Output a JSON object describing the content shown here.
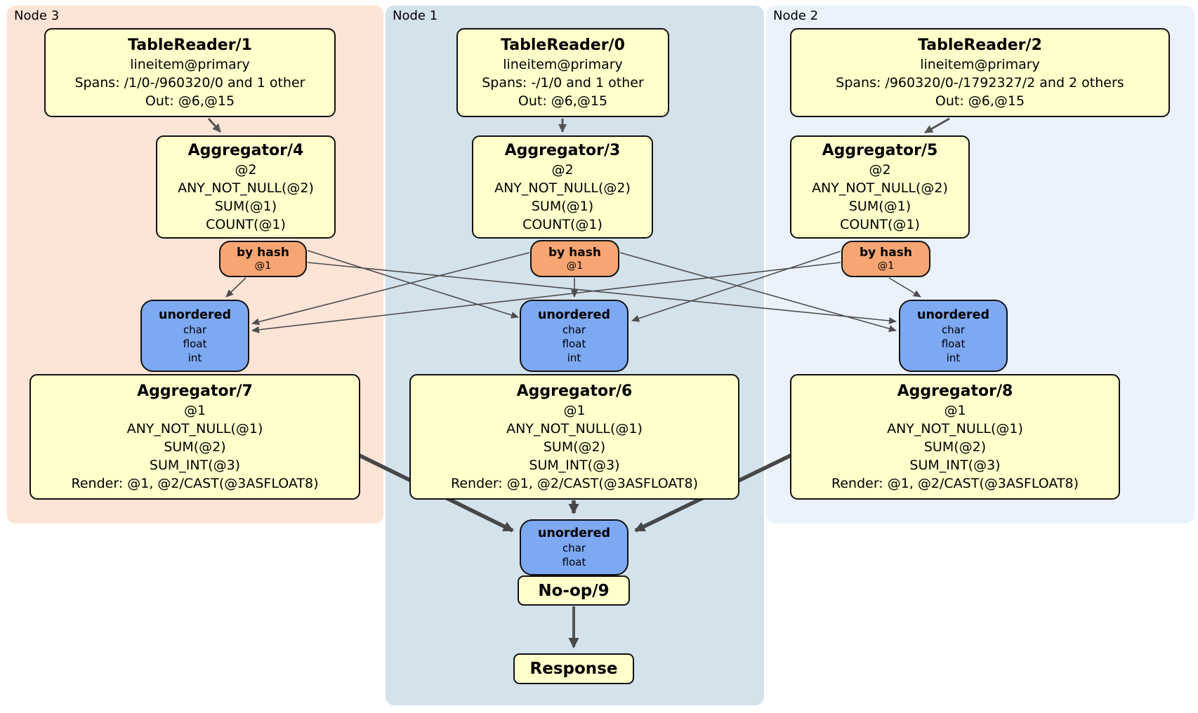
{
  "colors": {
    "node3_bg": "#fce4d6",
    "node1_bg": "#d4e2ec",
    "node2_bg": "#ebf2fc",
    "proc_fill": "#ffffcc",
    "router_fill": "#f7a673",
    "sync_fill": "#7da8f2",
    "edge_thin": "#4d4d4d",
    "edge_thick": "#474747"
  },
  "regions": {
    "node3": {
      "label": "Node 3"
    },
    "node1": {
      "label": "Node 1"
    },
    "node2": {
      "label": "Node 2"
    }
  },
  "processors": {
    "tr1": {
      "title": "TableReader/1",
      "lines": [
        "lineitem@primary",
        "Spans: /1/0-/960320/0 and 1 other",
        "Out: @6,@15"
      ]
    },
    "tr0": {
      "title": "TableReader/0",
      "lines": [
        "lineitem@primary",
        "Spans: -/1/0 and 1 other",
        "Out: @6,@15"
      ]
    },
    "tr2": {
      "title": "TableReader/2",
      "lines": [
        "lineitem@primary",
        "Spans: /960320/0-/1792327/2 and 2 others",
        "Out: @6,@15"
      ]
    },
    "agg4": {
      "title": "Aggregator/4",
      "lines": [
        "@2",
        "ANY_NOT_NULL(@2)",
        "SUM(@1)",
        "COUNT(@1)"
      ]
    },
    "agg3": {
      "title": "Aggregator/3",
      "lines": [
        "@2",
        "ANY_NOT_NULL(@2)",
        "SUM(@1)",
        "COUNT(@1)"
      ]
    },
    "agg5": {
      "title": "Aggregator/5",
      "lines": [
        "@2",
        "ANY_NOT_NULL(@2)",
        "SUM(@1)",
        "COUNT(@1)"
      ]
    },
    "agg7": {
      "title": "Aggregator/7",
      "lines": [
        "@1",
        "ANY_NOT_NULL(@1)",
        "SUM(@2)",
        "SUM_INT(@3)",
        "Render: @1, @2/CAST(@3ASFLOAT8)"
      ]
    },
    "agg6": {
      "title": "Aggregator/6",
      "lines": [
        "@1",
        "ANY_NOT_NULL(@1)",
        "SUM(@2)",
        "SUM_INT(@3)",
        "Render: @1, @2/CAST(@3ASFLOAT8)"
      ]
    },
    "agg8": {
      "title": "Aggregator/8",
      "lines": [
        "@1",
        "ANY_NOT_NULL(@1)",
        "SUM(@2)",
        "SUM_INT(@3)",
        "Render: @1, @2/CAST(@3ASFLOAT8)"
      ]
    },
    "noop": {
      "title": "No-op/9"
    },
    "response": {
      "title": "Response"
    }
  },
  "routers": {
    "byhash3": {
      "title": "by hash",
      "detail": "@1"
    },
    "byhash1": {
      "title": "by hash",
      "detail": "@1"
    },
    "byhash2": {
      "title": "by hash",
      "detail": "@1"
    }
  },
  "syncs": {
    "unordered3": {
      "title": "unordered",
      "columns": [
        "char",
        "float",
        "int"
      ]
    },
    "unordered1": {
      "title": "unordered",
      "columns": [
        "char",
        "float",
        "int"
      ]
    },
    "unordered2": {
      "title": "unordered",
      "columns": [
        "char",
        "float",
        "int"
      ]
    },
    "unordered_final": {
      "title": "unordered",
      "columns": [
        "char",
        "float"
      ]
    }
  }
}
